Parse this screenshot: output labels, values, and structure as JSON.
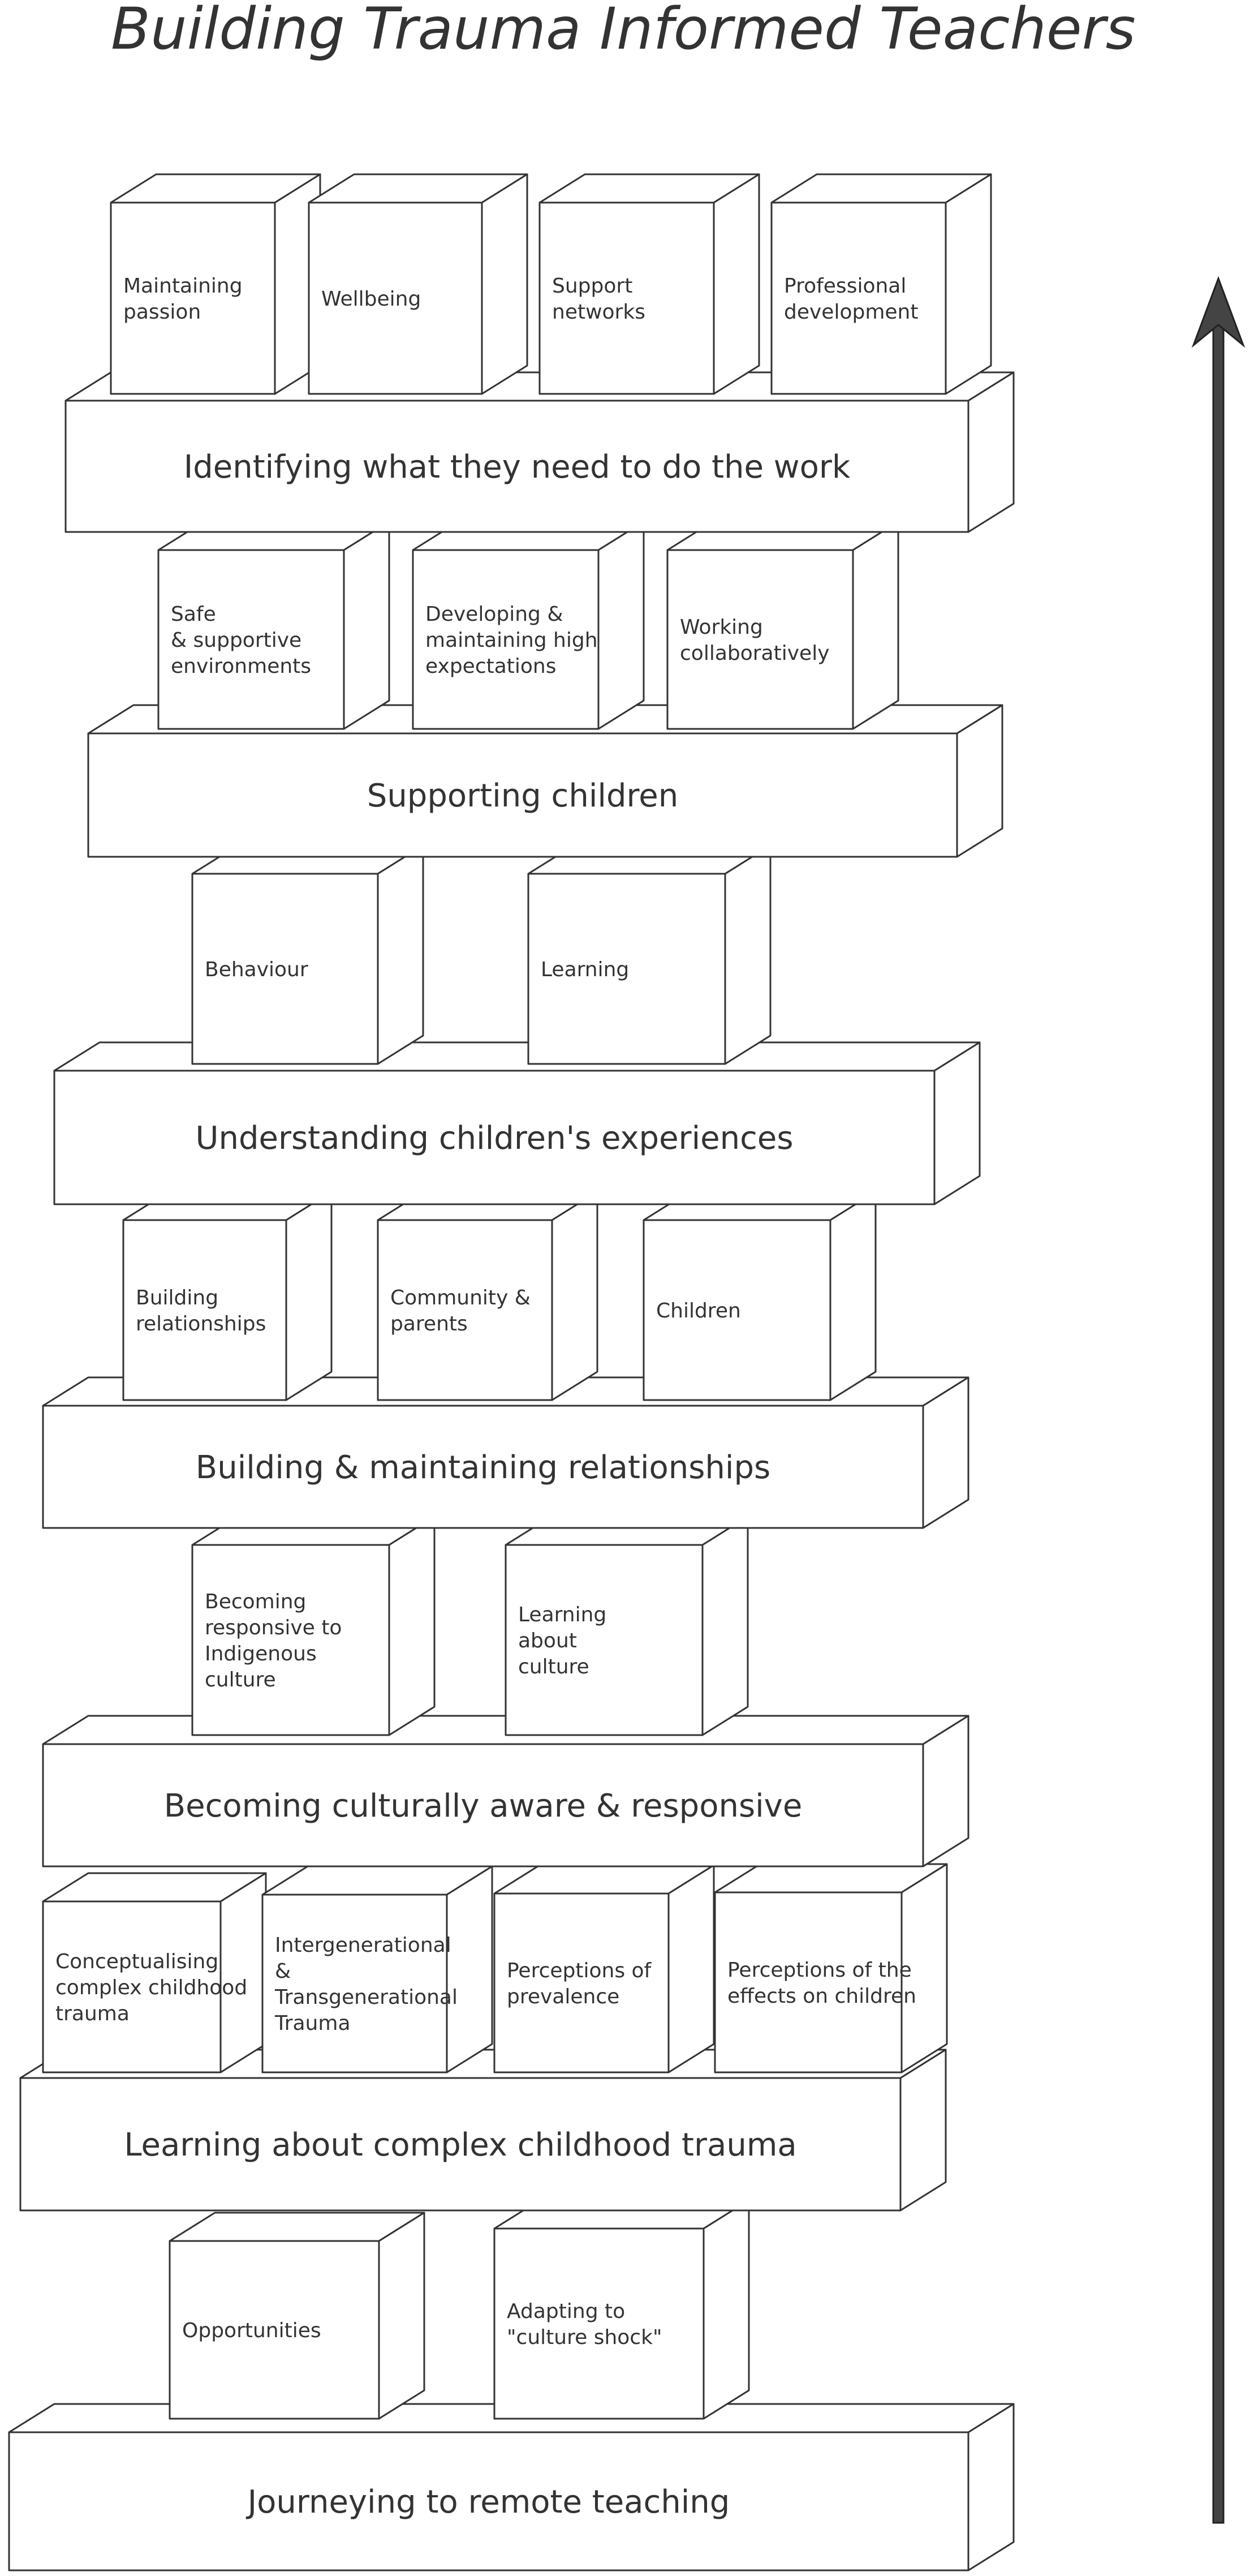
{
  "title": "Building Trauma Informed Teachers",
  "layers": [
    {
      "label": "Identifying what they need to do the work",
      "boxes": [
        {
          "lines": [
            "Maintaining",
            "passion"
          ]
        },
        {
          "lines": [
            "Wellbeing"
          ]
        },
        {
          "lines": [
            "Support",
            "networks"
          ]
        },
        {
          "lines": [
            "Professional",
            "development"
          ]
        }
      ]
    },
    {
      "label": "Supporting children",
      "boxes": [
        {
          "lines": [
            "Safe",
            "& supportive",
            "environments"
          ]
        },
        {
          "lines": [
            "Developing &",
            "maintaining high",
            "expectations"
          ]
        },
        {
          "lines": [
            "Working",
            "collaboratively"
          ]
        }
      ]
    },
    {
      "label": "Understanding children's experiences",
      "boxes": [
        {
          "lines": [
            "Behaviour"
          ]
        },
        {
          "lines": [
            "Learning"
          ]
        }
      ]
    },
    {
      "label": "Building & maintaining relationships",
      "boxes": [
        {
          "lines": [
            "Building",
            "relationships"
          ]
        },
        {
          "lines": [
            "Community &",
            "parents"
          ]
        },
        {
          "lines": [
            "Children"
          ]
        }
      ]
    },
    {
      "label": "Becoming culturally aware & responsive",
      "boxes": [
        {
          "lines": [
            "Becoming",
            "responsive to",
            "Indigenous",
            "culture"
          ]
        },
        {
          "lines": [
            "Learning",
            "about",
            "culture"
          ]
        }
      ]
    },
    {
      "label": "Learning about complex childhood trauma",
      "boxes": [
        {
          "lines": [
            "Conceptualising",
            "complex childhood",
            "trauma"
          ]
        },
        {
          "lines": [
            "Intergenerational",
            "&",
            "Transgenerational",
            "Trauma"
          ]
        },
        {
          "lines": [
            "Perceptions of",
            "prevalence"
          ]
        },
        {
          "lines": [
            "Perceptions of the",
            "effects on children"
          ]
        }
      ]
    },
    {
      "label": "Journeying to remote teaching",
      "boxes": [
        {
          "lines": [
            "Opportunities"
          ]
        },
        {
          "lines": [
            "Adapting to",
            "\"culture shock\""
          ]
        }
      ]
    }
  ],
  "arrow": {
    "direction": "up",
    "color": "#444444"
  }
}
